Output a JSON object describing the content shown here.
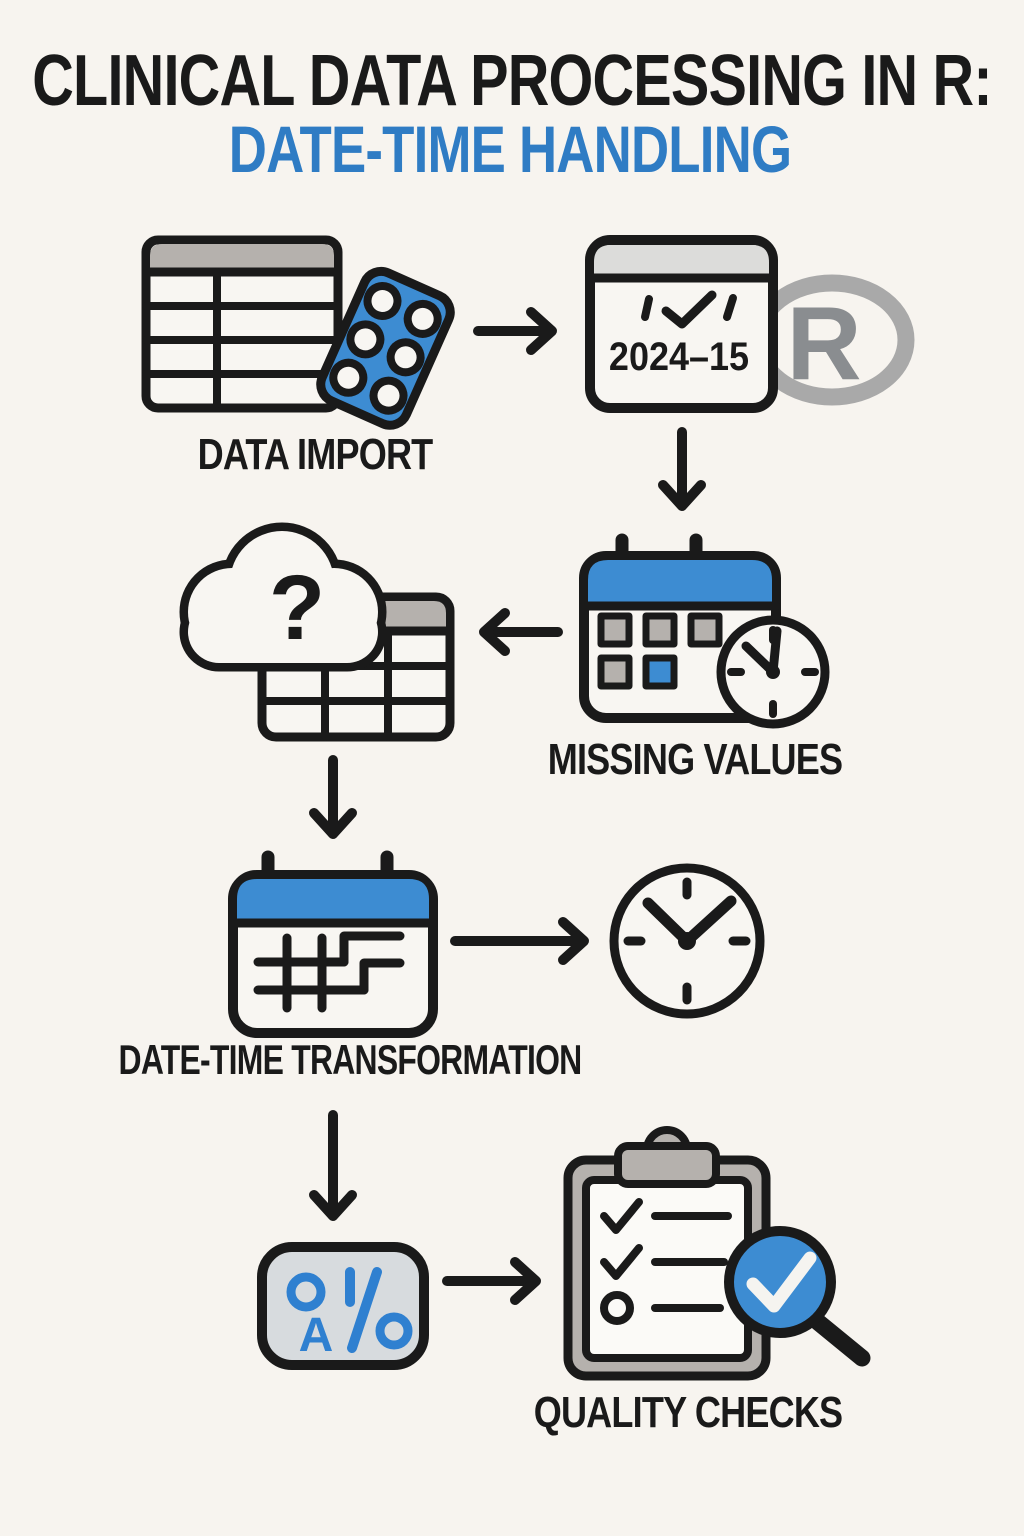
{
  "title": {
    "line1": "CLINICAL DATA PROCESSING IN R:",
    "line2": "DATE-TIME HANDLING"
  },
  "steps": {
    "data_import": {
      "label": "DATA IMPORT",
      "icons": [
        "data-table-icon",
        "pill-pack-icon"
      ]
    },
    "date_parsing": {
      "calendar_text": "2024–15",
      "r_letter": "R",
      "icons": [
        "date-calendar-icon",
        "r-logo"
      ]
    },
    "missing_values": {
      "label": "MISSING VALUES",
      "icons": [
        "blue-calendar-icon",
        "clock-icon-small"
      ]
    },
    "incomplete_table": {
      "cloud_symbol": "?",
      "icons": [
        "cloud-question-icon",
        "incomplete-table-icon"
      ]
    },
    "datetime_transformation": {
      "label": "DATE-TIME TRANSFORMATION",
      "icons": [
        "transformation-calendar-icon"
      ]
    },
    "time_output": {
      "icons": [
        "clock-icon-large"
      ]
    },
    "format_normalization": {
      "letter_a": "A",
      "icons": [
        "format-symbols-icon"
      ]
    },
    "quality_checks": {
      "label": "QUALITY CHECKS",
      "icons": [
        "clipboard-checklist-icon",
        "magnifier-check-icon"
      ]
    }
  },
  "arrows": [
    {
      "from": "data_import",
      "to": "date_parsing",
      "direction": "right"
    },
    {
      "from": "date_parsing",
      "to": "missing_values",
      "direction": "down"
    },
    {
      "from": "missing_values",
      "to": "incomplete_table",
      "direction": "left"
    },
    {
      "from": "incomplete_table",
      "to": "datetime_transformation",
      "direction": "down"
    },
    {
      "from": "datetime_transformation",
      "to": "time_output",
      "direction": "right"
    },
    {
      "from": "datetime_transformation",
      "to": "format_normalization",
      "direction": "down"
    },
    {
      "from": "format_normalization",
      "to": "quality_checks",
      "direction": "right"
    }
  ],
  "colors": {
    "background": "#f7f4ef",
    "ink": "#1a1a1a",
    "accent_blue": "#3d8cd2",
    "title_blue": "#2f7cc4",
    "glyph_blue": "#2f80d0",
    "gray_fill": "#b5b1ad",
    "light_gray_header": "#dcdcda",
    "icon_fill": "#f8f6f2",
    "paper_white": "#fbfaf7",
    "format_box_fill": "#d7dbde",
    "r_ring_gray": "#a9a9a9",
    "r_letter_gray": "#8a8d90",
    "check_white": "#f5f4f0"
  }
}
